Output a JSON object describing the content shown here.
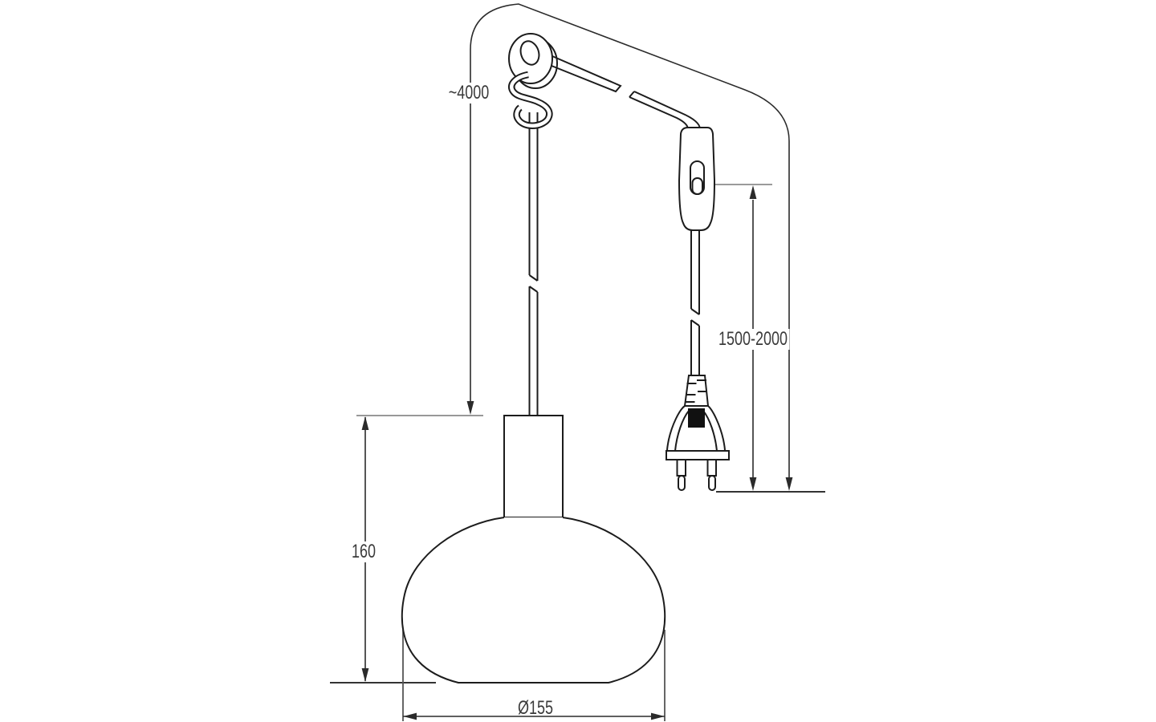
{
  "drawing": {
    "labels": {
      "cable_length": "~4000",
      "switch_to_plug": "1500-2000",
      "shade_height": "160",
      "shade_diameter": "Ø155"
    },
    "colors": {
      "line": "#1c1c1c",
      "dim": "#2b2b2b",
      "tick": "#9a9a9a",
      "tickdark": "#333333",
      "text": "#3a3a3a",
      "bg": "#ffffff"
    }
  }
}
